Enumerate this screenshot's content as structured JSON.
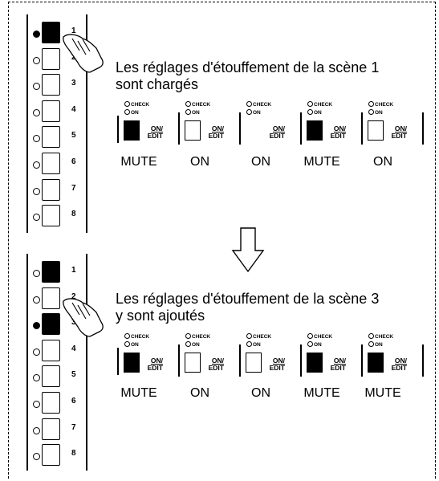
{
  "panel_top": {
    "scenes": [
      {
        "num": "1",
        "led": true,
        "lit": true
      },
      {
        "num": "2",
        "led": false,
        "lit": false
      },
      {
        "num": "3",
        "led": false,
        "lit": false
      },
      {
        "num": "4",
        "led": false,
        "lit": false
      },
      {
        "num": "5",
        "led": false,
        "lit": false
      },
      {
        "num": "6",
        "led": false,
        "lit": false
      },
      {
        "num": "7",
        "led": false,
        "lit": false
      },
      {
        "num": "8",
        "led": false,
        "lit": false
      }
    ]
  },
  "panel_bottom": {
    "scenes": [
      {
        "num": "1",
        "led": false,
        "lit": true
      },
      {
        "num": "2",
        "led": false,
        "lit": false
      },
      {
        "num": "3",
        "led": true,
        "lit": true
      },
      {
        "num": "4",
        "led": false,
        "lit": false
      },
      {
        "num": "5",
        "led": false,
        "lit": false
      },
      {
        "num": "6",
        "led": false,
        "lit": false
      },
      {
        "num": "7",
        "led": false,
        "lit": false
      },
      {
        "num": "8",
        "led": false,
        "lit": false
      }
    ]
  },
  "step1": {
    "caption_line1": "Les réglages d'étouffement de la scène 1",
    "caption_line2": "sont chargés",
    "modules": [
      {
        "lit": true,
        "state": "MUTE",
        "show_key": true
      },
      {
        "lit": false,
        "state": "ON",
        "show_key": true
      },
      {
        "lit": false,
        "state": "ON",
        "show_key": false
      },
      {
        "lit": true,
        "state": "MUTE",
        "show_key": true
      },
      {
        "lit": false,
        "state": "ON",
        "show_key": true
      }
    ]
  },
  "step2": {
    "caption_line1": "Les réglages d'étouffement de la scène 3",
    "caption_line2": "y sont ajoutés",
    "modules": [
      {
        "lit": true,
        "state": "MUTE",
        "show_key": true
      },
      {
        "lit": false,
        "state": "ON",
        "show_key": true
      },
      {
        "lit": false,
        "state": "ON",
        "show_key": true
      },
      {
        "lit": true,
        "state": "MUTE",
        "show_key": true
      },
      {
        "lit": true,
        "state": "MUTE",
        "show_key": true
      }
    ]
  },
  "labels": {
    "check": "CHECK",
    "on": "ON",
    "on_edit_1": "ON/",
    "on_edit_2": "EDIT"
  }
}
